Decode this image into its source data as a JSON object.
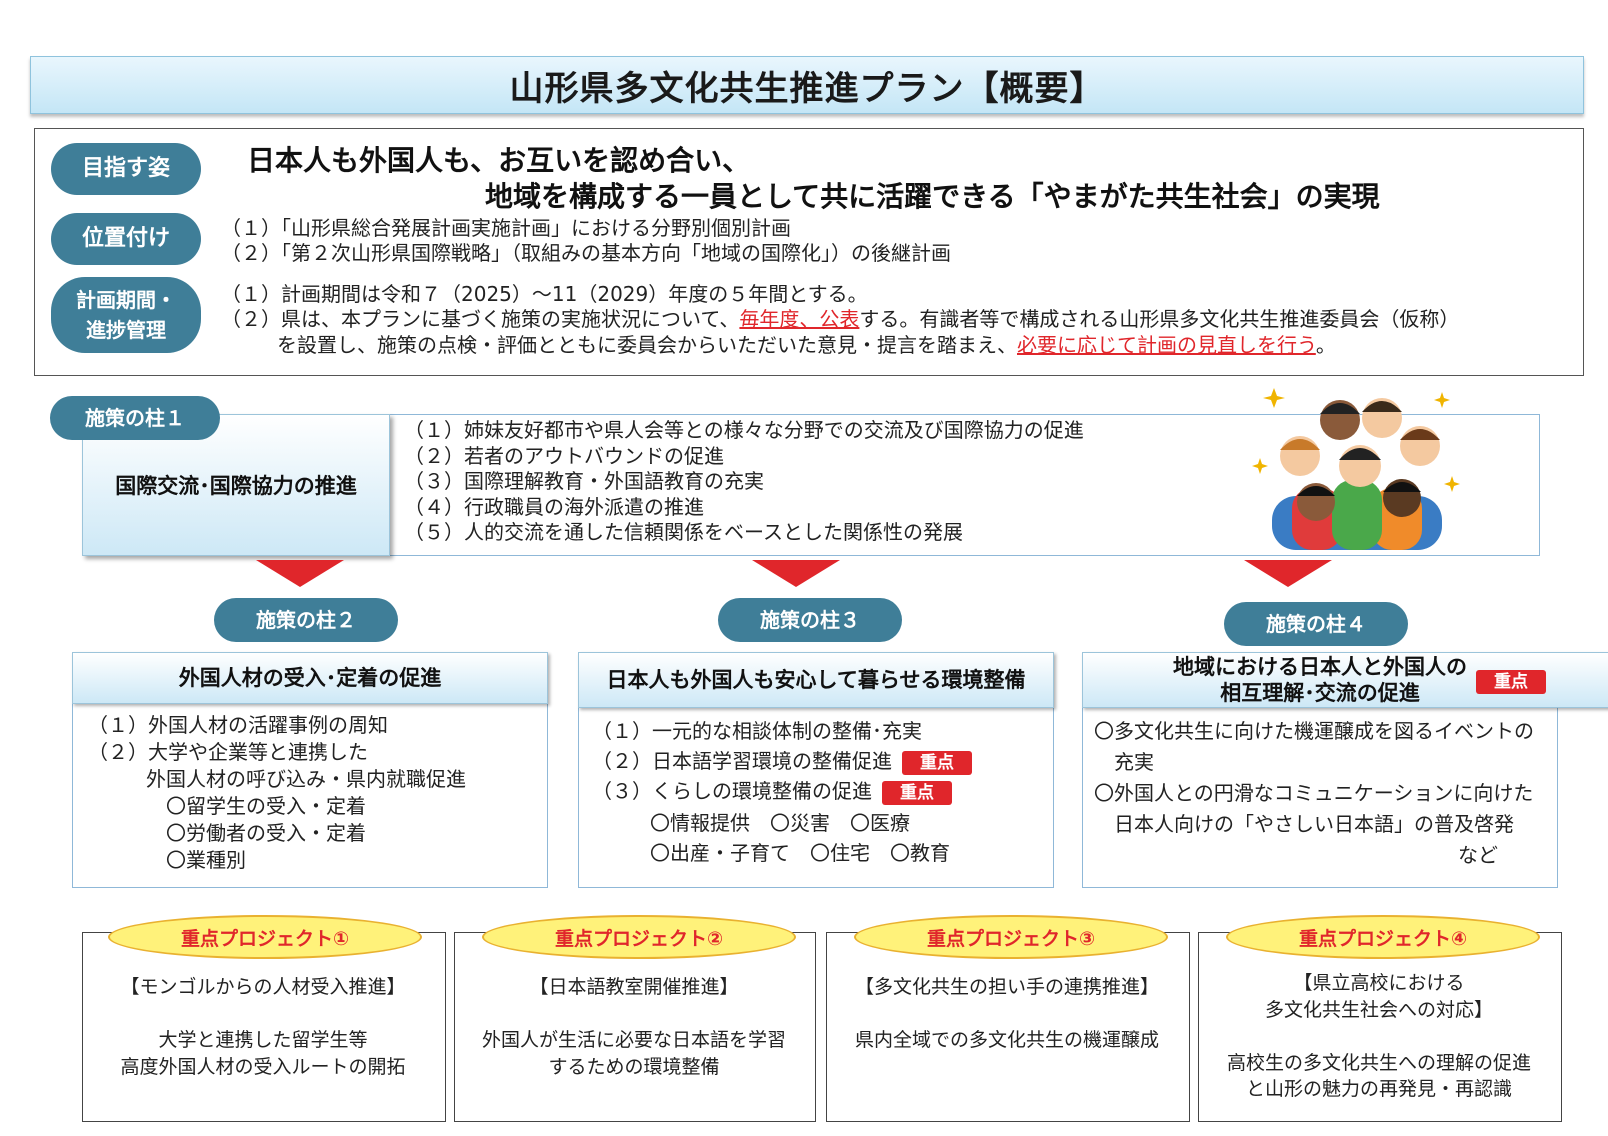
{
  "title": "山形県多文化共生推進プラン【概要】",
  "overview": {
    "vision_label": "目指す姿",
    "vision_line1": "日本人も外国人も、お互いを認め合い、",
    "vision_line2": "地域を構成する一員として共に活躍できる「やまがた共生社会」の実現",
    "position_label": "位置付け",
    "position_1": "（１）「山形県総合発展計画実施計画」における分野別個別計画",
    "position_2": "（２）「第２次山形県国際戦略」（取組みの基本方向「地域の国際化」）の後継計画",
    "period_label_1": "計画期間・",
    "period_label_2": "進捗管理",
    "period_1": "（１）計画期間は令和７（2025）～11（2029）年度の５年間とする。",
    "period_2a": "（２）県は、本プランに基づく施策の実施状況について、",
    "period_2b": "毎年度、公表",
    "period_2c": "する。有識者等で構成される山形県多文化共生推進委員会（仮称）",
    "period_3a": "を設置し、施策の点検・評価とともに委員会からいただいた意見・提言を踏まえ、",
    "period_3b": "必要に応じて計画の見直しを行う",
    "period_3c": "。"
  },
  "pillar1": {
    "tag": "施策の柱１",
    "heading": "国際交流･国際協力の推進",
    "items": [
      "（１）姉妹友好都市や県人会等との様々な分野での交流及び国際協力の促進",
      "（２）若者のアウトバウンドの促進",
      "（３）国際理解教育・外国語教育の充実",
      "（４）行政職員の海外派遣の推進",
      "（５）人的交流を通した信頼関係をベースとした関係性の発展"
    ]
  },
  "badge_label": "重点",
  "pillar2": {
    "tag": "施策の柱２",
    "heading": "外国人材の受入･定着の促進",
    "lines": [
      "（１）外国人材の活躍事例の周知",
      "（２）大学や企業等と連携した",
      "外国人材の呼び込み・県内就職促進",
      "〇留学生の受入・定着",
      "〇労働者の受入・定着",
      "〇業種別"
    ]
  },
  "pillar3": {
    "tag": "施策の柱３",
    "heading": "日本人も外国人も安心して暮らせる環境整備",
    "lines": [
      "（１）一元的な相談体制の整備･充実",
      "（２）日本語学習環境の整備促進",
      "（３）くらしの環境整備の促進",
      "〇情報提供　〇災害　〇医療",
      "〇出産・子育て　〇住宅　〇教育"
    ]
  },
  "pillar4": {
    "tag": "施策の柱４",
    "heading_1": "地域における日本人と外国人の",
    "heading_2": "相互理解･交流の促進",
    "lines": [
      "〇多文化共生に向けた機運醸成を図るイベントの",
      "充実",
      "〇外国人との円滑なコミュニケーションに向けた",
      "日本人向けの「やさしい日本語」の普及啓発",
      "など"
    ]
  },
  "projects": [
    {
      "label": "重点プロジェクト①",
      "lines": [
        "【モンゴルからの人材受入推進】",
        "",
        "大学と連携した留学生等",
        "高度外国人材の受入ルートの開拓"
      ]
    },
    {
      "label": "重点プロジェクト②",
      "lines": [
        "【日本語教室開催推進】",
        "",
        "外国人が生活に必要な日本語を学習",
        "するための環境整備"
      ]
    },
    {
      "label": "重点プロジェクト③",
      "lines": [
        "【多文化共生の担い手の連携推進】",
        "",
        "県内全域での多文化共生の機運醸成"
      ]
    },
    {
      "label": "重点プロジェクト④",
      "lines": [
        "【県立高校における",
        "多文化共生社会への対応】",
        "",
        "高校生の多文化共生への理解の促進",
        "と山形の魅力の再発見・再認識"
      ]
    }
  ]
}
